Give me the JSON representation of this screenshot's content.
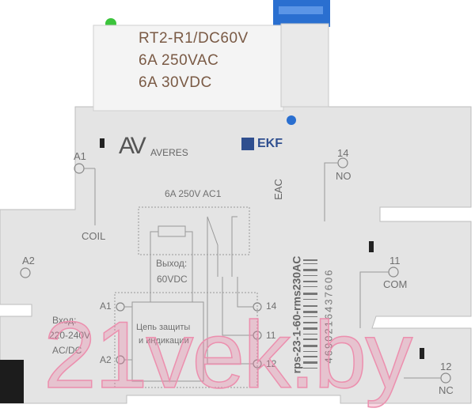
{
  "relay": {
    "model": "RT2-R1/DC60V",
    "rating_ac": "6A  250VAC",
    "rating_dc": "6A  30VDC"
  },
  "brand": {
    "logo_mark": "AV",
    "name": "AVERES",
    "ekf": "EKF",
    "cert": "EAC"
  },
  "terminals": {
    "a1_top": "A1",
    "coil": "COIL",
    "a2_left": "A2",
    "t14": "14",
    "no": "NO",
    "t11": "11",
    "com": "COM",
    "t12": "12",
    "nc": "NC"
  },
  "diagram": {
    "contact_rating": "6A 250V AC1",
    "output_label": "Выход:",
    "output_value": "60VDC",
    "a1": "A1",
    "a2": "A2",
    "p14": "14",
    "p11": "11",
    "p12": "12",
    "circuit_line1": "Цепь защиты",
    "circuit_line2": "и индикации",
    "input_label": "Вход:",
    "input_voltage": "220-240V",
    "input_type": "AC/DC"
  },
  "article_code": "rps-23-1-60-rms230AC",
  "barcode_number": "4690216437606",
  "watermark": "21vek.by",
  "colors": {
    "body": "#e4e4e4",
    "relay_text": "#7a5a45",
    "connector_blue": "#2a6fd0",
    "led_green": "#3cc43c",
    "ekf_blue": "#2f4f8f"
  }
}
